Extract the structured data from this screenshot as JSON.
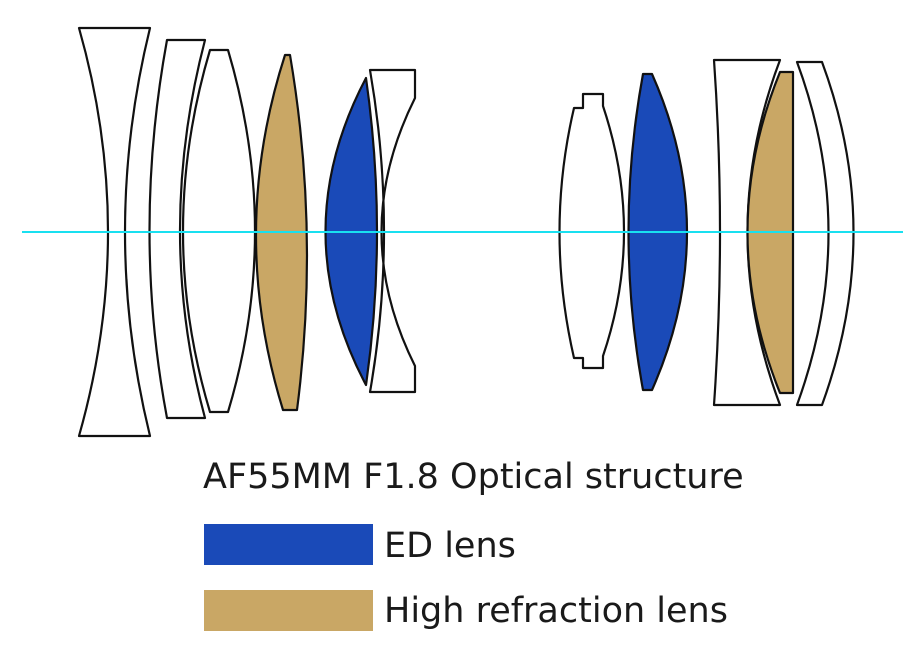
{
  "title": "AF55MM F1.8  Optical structure",
  "legend": [
    {
      "label": "ED lens",
      "color": "#1a4ab8"
    },
    {
      "label": "High refraction lens",
      "color": "#c9a765"
    }
  ],
  "colors": {
    "plain_lens": "#ffffff",
    "outline": "#111111",
    "optical_axis": "#19e0f0"
  },
  "lens_elements": [
    {
      "type": "plain"
    },
    {
      "type": "plain"
    },
    {
      "type": "plain"
    },
    {
      "type": "high_refraction"
    },
    {
      "type": "ed"
    },
    {
      "type": "plain"
    },
    {
      "type": "plain"
    },
    {
      "type": "ed"
    },
    {
      "type": "plain"
    },
    {
      "type": "high_refraction"
    },
    {
      "type": "plain"
    }
  ]
}
